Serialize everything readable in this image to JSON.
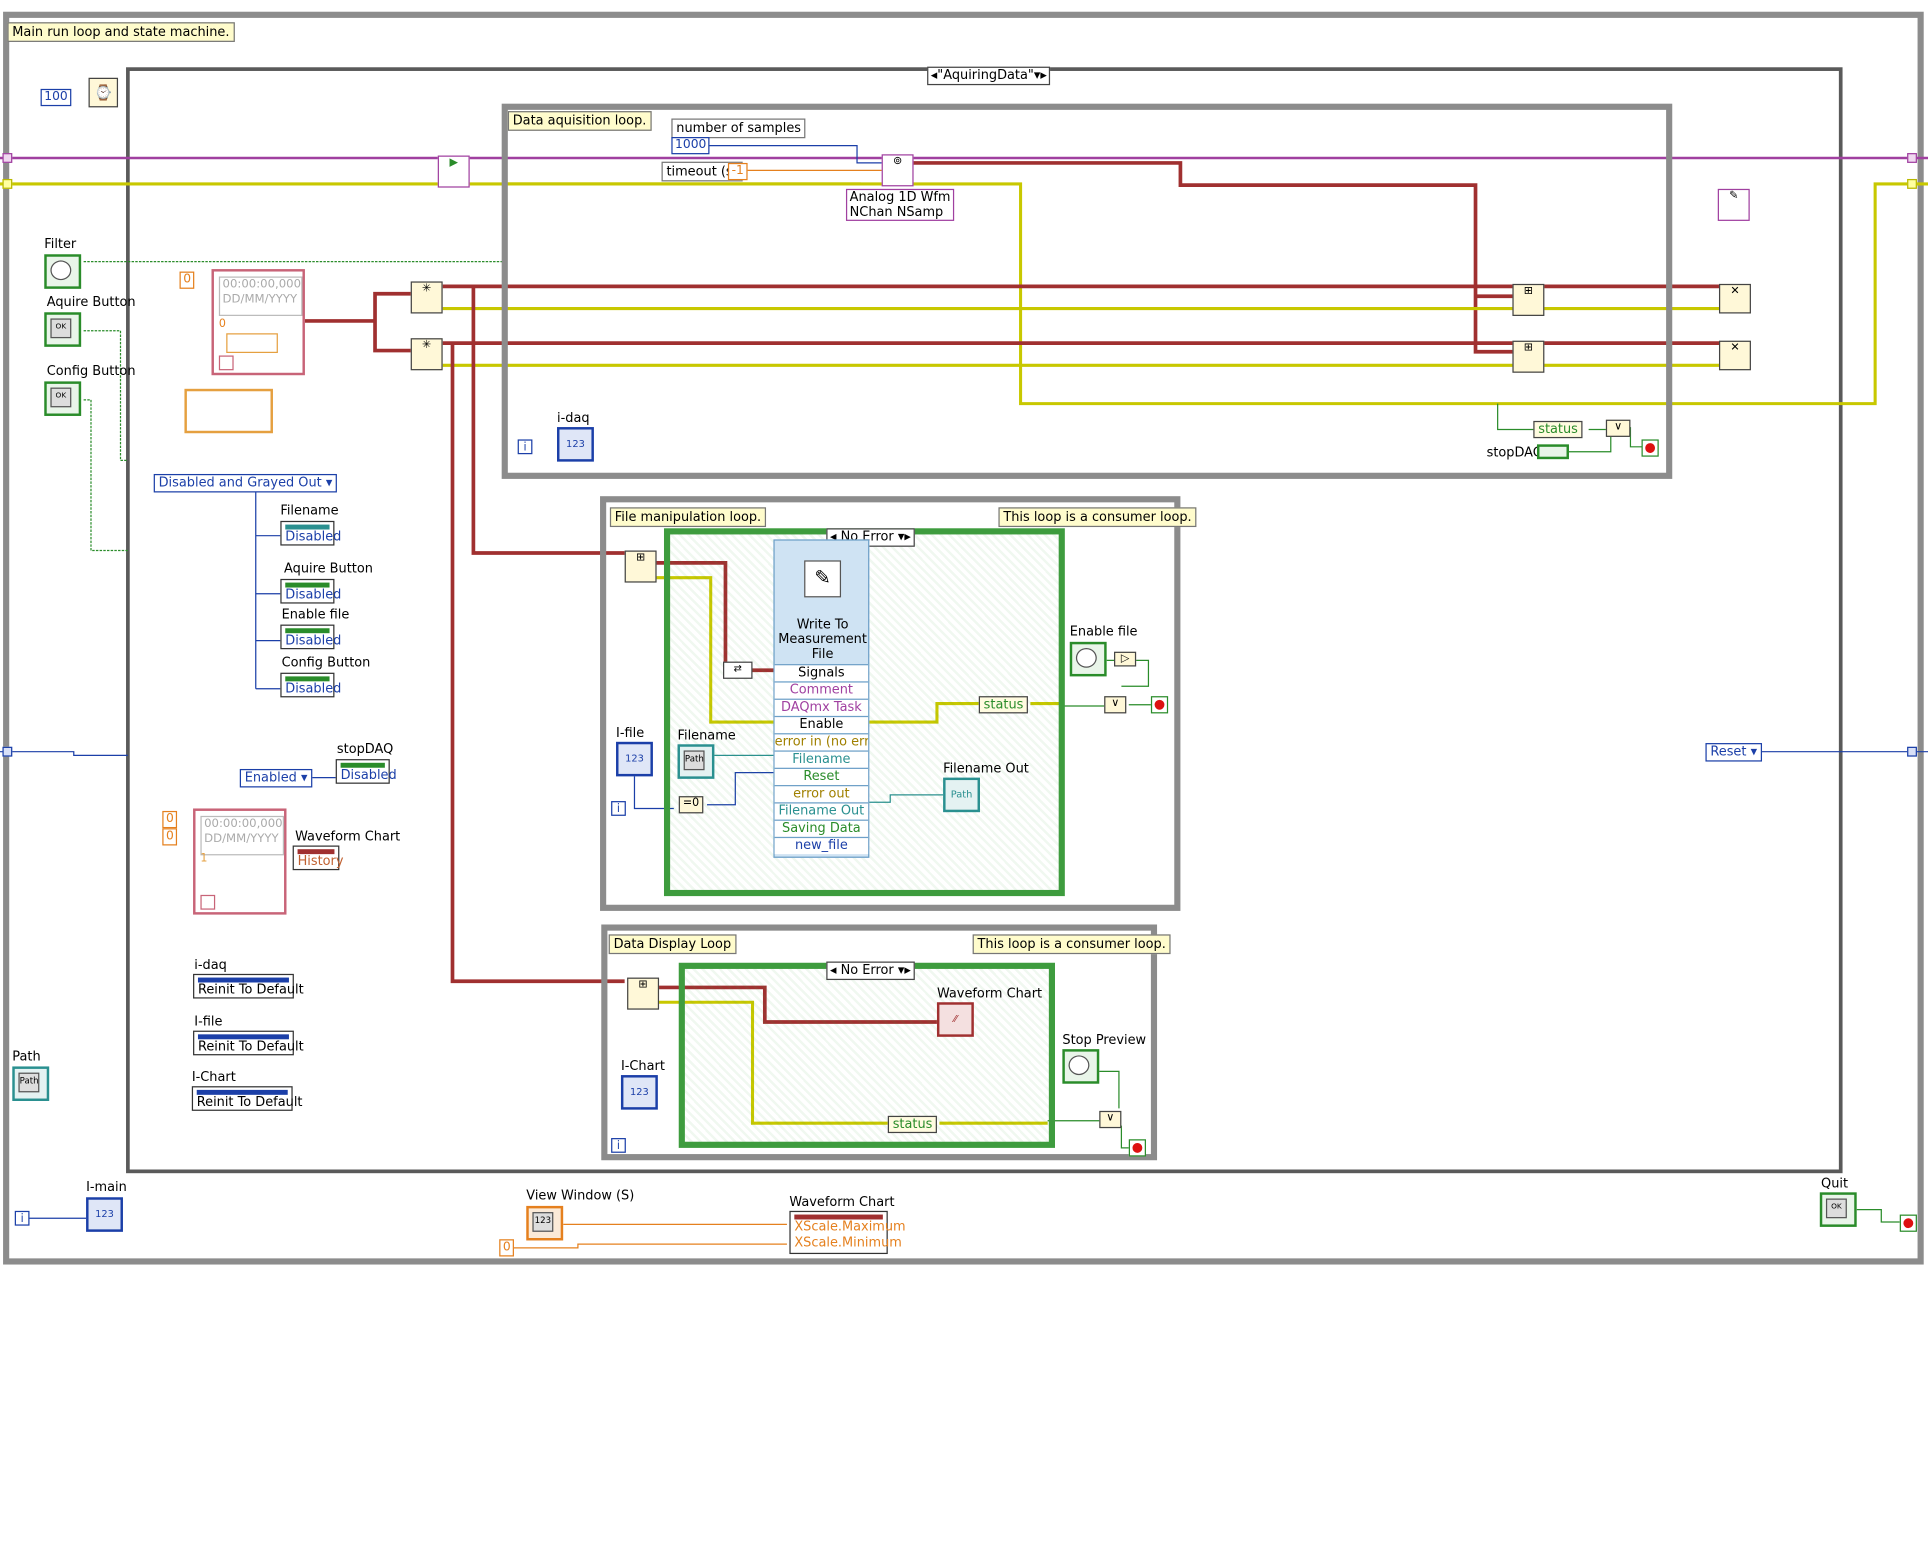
{
  "comments": {
    "main": "Main run loop and state machine.",
    "daq_loop": "Data aquisition loop.",
    "file_loop": "File manipulation loop.",
    "file_consumer": "This loop is a consumer loop.",
    "display_loop": "Data Display Loop",
    "display_consumer": "This loop is a consumer loop."
  },
  "case_selector": "\"AquiringData\"",
  "error_case": "No Error",
  "constants": {
    "wait_ms": "100",
    "num_samples": "1000",
    "timeout": "-1",
    "cluster_zero": "0",
    "view_window_zero": "0"
  },
  "labels": {
    "number_of_samples": "number of samples",
    "timeout": "timeout (s)",
    "daqmx_read": "Analog 1D Wfm\nNChan NSamp",
    "filter": "Filter",
    "aquire_button": "Aquire Button",
    "config_button": "Config Button",
    "disabled_grayed": "Disabled and Grayed Out",
    "enabled": "Enabled",
    "stopdaq": "stopDAQ",
    "path": "Path",
    "i_main": "I-main",
    "view_window": "View Window (S)",
    "waveform_chart": "Waveform Chart",
    "i_daq": "i-daq",
    "i_file": "I-file",
    "i_chart": "I-Chart",
    "filename": "Filename",
    "enable_file": "Enable file",
    "filename_out": "Filename Out",
    "stop_preview": "Stop Preview",
    "quit": "Quit",
    "reset": "Reset",
    "status": "status"
  },
  "timestamp_placeholder": {
    "time": "00:00:00,000",
    "date": "DD/MM/YYYY",
    "one": "1"
  },
  "property_nodes": {
    "filename": {
      "name": "Filename",
      "value": "Disabled"
    },
    "aquire": {
      "name": "Aquire Button",
      "value": "Disabled"
    },
    "enable_file": {
      "name": "Enable file",
      "value": "Disabled"
    },
    "config": {
      "name": "Config Button",
      "value": "Disabled"
    },
    "stopdaq": {
      "name": "stopDAQ",
      "value": "Disabled"
    },
    "chart_history": {
      "name": "Waveform Chart",
      "value": "History"
    },
    "idaq_reinit": {
      "name": "i-daq",
      "value": "Reinit To Default"
    },
    "ifile_reinit": {
      "name": "I-file",
      "value": "Reinit To Default"
    },
    "ichart_reinit": {
      "name": "I-Chart",
      "value": "Reinit To Default"
    },
    "xscale": {
      "name": "Waveform Chart",
      "max": "XScale.Maximum",
      "min": "XScale.Minimum"
    }
  },
  "express_vi": {
    "title": "Write To Measurement File",
    "terminals": [
      "Signals",
      "Comment",
      "DAQmx Task",
      "Enable",
      "error in (no error)",
      "Filename",
      "Reset",
      "error out",
      "Filename Out",
      "Saving Data",
      "new_file"
    ]
  },
  "colors": {
    "error_wire": "#c8c800",
    "cluster_wire": "#a03030",
    "daq_wire": "#a040a0",
    "bool_wire": "#2a8c2a",
    "numeric_wire": "#1b3fa8",
    "orange_wire": "#e5801e",
    "path_wire": "#2a9090"
  }
}
